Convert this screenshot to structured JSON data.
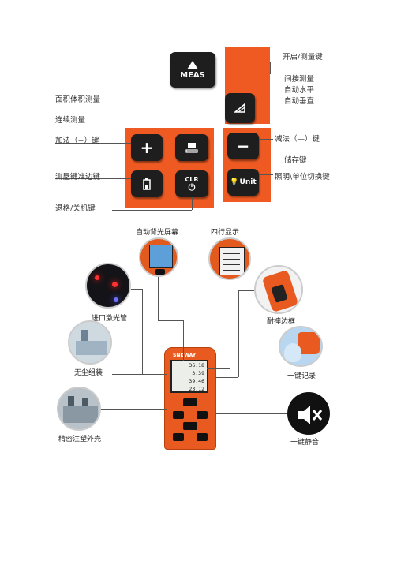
{
  "top_section": {
    "labels": {
      "power_measure": "开启/测量键",
      "indirect": "间接测量",
      "auto_level": "自动水平",
      "auto_vertical": "自动垂直",
      "area_volume": "面积体积测量",
      "continuous": "连续测量",
      "add": "加法（+）键",
      "subtract": "减法（—）键",
      "store": "储存键",
      "ref_edge": "测屋键准边键",
      "light_unit": "照明\\单位切换键",
      "back_off": "退格/关机键"
    },
    "keys": {
      "meas": "MEAS",
      "plus": "+",
      "minus": "−",
      "clr": "CLR",
      "unit": "Unit"
    }
  },
  "bottom_section": {
    "captions": {
      "backlight": "自动背光屏幕",
      "four_lines": "四行显示",
      "laser": "进口激光管",
      "dustfree": "无尘组装",
      "molding": "精密注塑外壳",
      "drop_frame": "耐摔边框",
      "one_key_record": "一键记录",
      "one_key_mute": "一键静音"
    },
    "device": {
      "brand": "SNDWAY",
      "readings": [
        "36.18",
        "3.39",
        "39.46",
        "23.12"
      ]
    }
  },
  "colors": {
    "orange": "#ee5a22",
    "key_black": "#1e1e1e"
  }
}
